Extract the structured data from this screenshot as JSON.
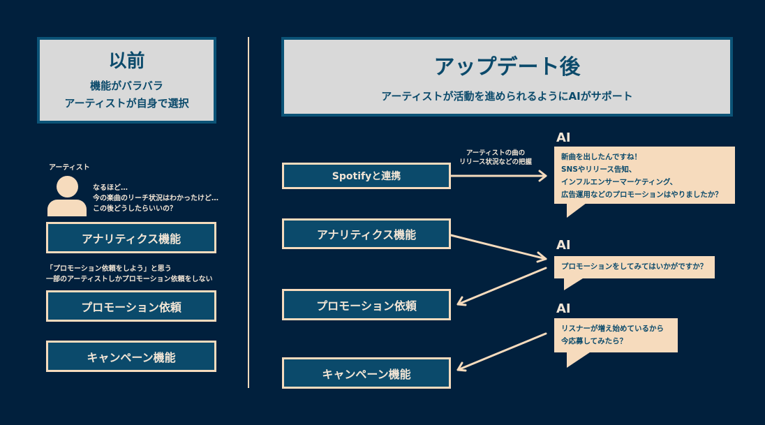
{
  "before": {
    "title": "以前",
    "subtitle_lines": [
      "機能がバラバラ",
      "アーティストが自身で選択"
    ],
    "artist_label": "アーティスト",
    "artist_thought": [
      "なるほど…",
      "今の楽曲のリーチ状況はわかったけど…",
      "この後どうしたらいいの？"
    ],
    "features": [
      "アナリティクス機能",
      "プロモーション依頼",
      "キャンペーン機能"
    ],
    "promotion_note": [
      "「プロモーション依頼をしよう」と思う",
      "一部のアーティストしかプロモーション依頼をしない"
    ]
  },
  "after": {
    "title": "アップデート後",
    "subtitle": "アーティストが活動を進められるようにAIがサポート",
    "features": [
      "Spotifyと連携",
      "アナリティクス機能",
      "プロモーション依頼",
      "キャンペーン機能"
    ],
    "arrow_label": [
      "アーティストの曲の",
      "リリース状況などの把握"
    ],
    "ai_label": "AI",
    "bubbles": [
      [
        "新曲を出したんですね！",
        "SNSやリリース告知、",
        "インフルエンサーマーケティング、",
        "広告運用などのプロモーションはやりましたか？"
      ],
      [
        "プロモーションをしてみてはいかがですか？"
      ],
      [
        "リスナーが増え始めているから",
        "今応募してみたら？"
      ]
    ]
  },
  "colors": {
    "background": "#01203d",
    "box": "#0b4a6b",
    "cream": "#f6dbbd",
    "header": "#d9d9d9"
  }
}
